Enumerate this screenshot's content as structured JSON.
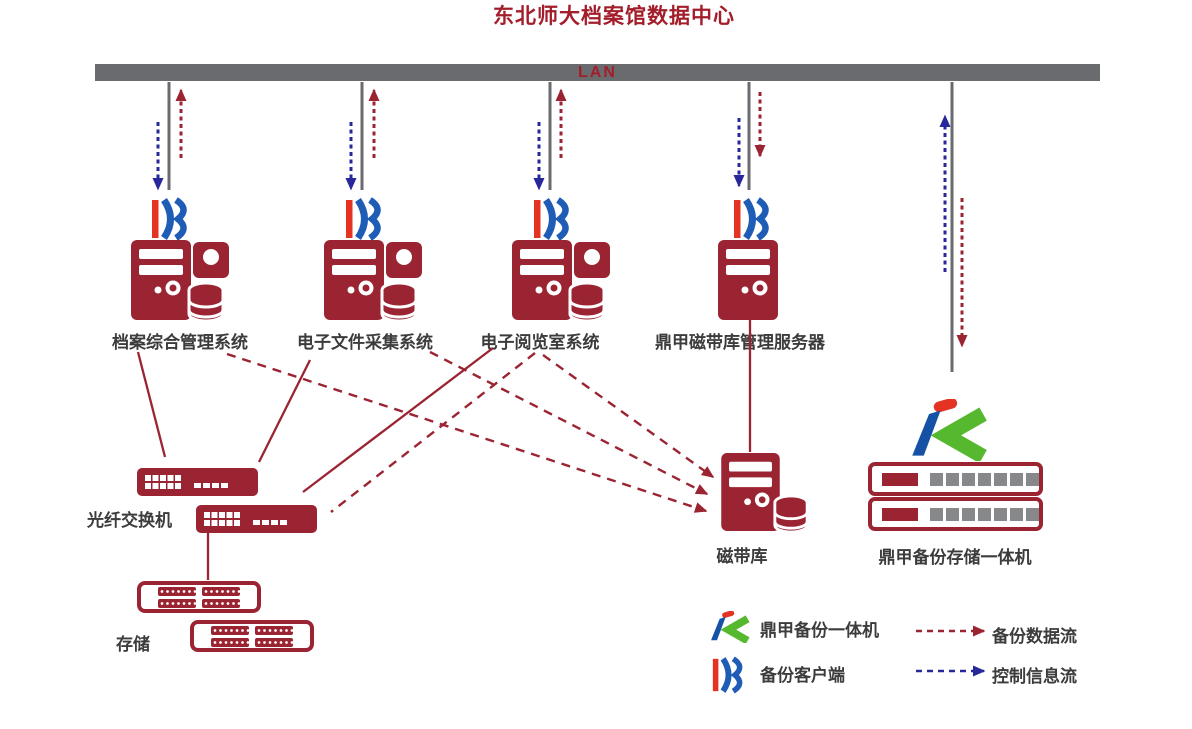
{
  "title": "东北师大档案馆数据中心",
  "lan_label": "LAN",
  "colors": {
    "diagram_red": "#9B2433",
    "title_red": "#A31E2B",
    "lan_gray": "#6A6B6E",
    "control_blue": "#28289B",
    "label_gray": "#3C3C3C",
    "logo_red": "#E53323",
    "logo_blue": "#1F5CB5",
    "logo_green": "#55B82F"
  },
  "servers": [
    {
      "label": "档案综合管理系统",
      "icon": "backup-client-logo"
    },
    {
      "label": "电子文件采集系统",
      "icon": "backup-client-logo"
    },
    {
      "label": "电子阅览室系统",
      "icon": "backup-client-logo"
    },
    {
      "label": "鼎甲磁带库管理服务器",
      "icon": "backup-client-logo"
    }
  ],
  "devices": {
    "fiber_switch_label": "光纤交换机",
    "storage_label": "存储",
    "tape_library_label": "磁带库",
    "appliance_label": "鼎甲备份存储一体机"
  },
  "legend": {
    "appliance_label": "鼎甲备份一体机",
    "appliance_icon": "dingjia-ik-logo",
    "client_label": "备份客户端",
    "client_icon": "backup-client-logo",
    "backup_flow_label": "备份数据流",
    "control_flow_label": "控制信息流"
  }
}
